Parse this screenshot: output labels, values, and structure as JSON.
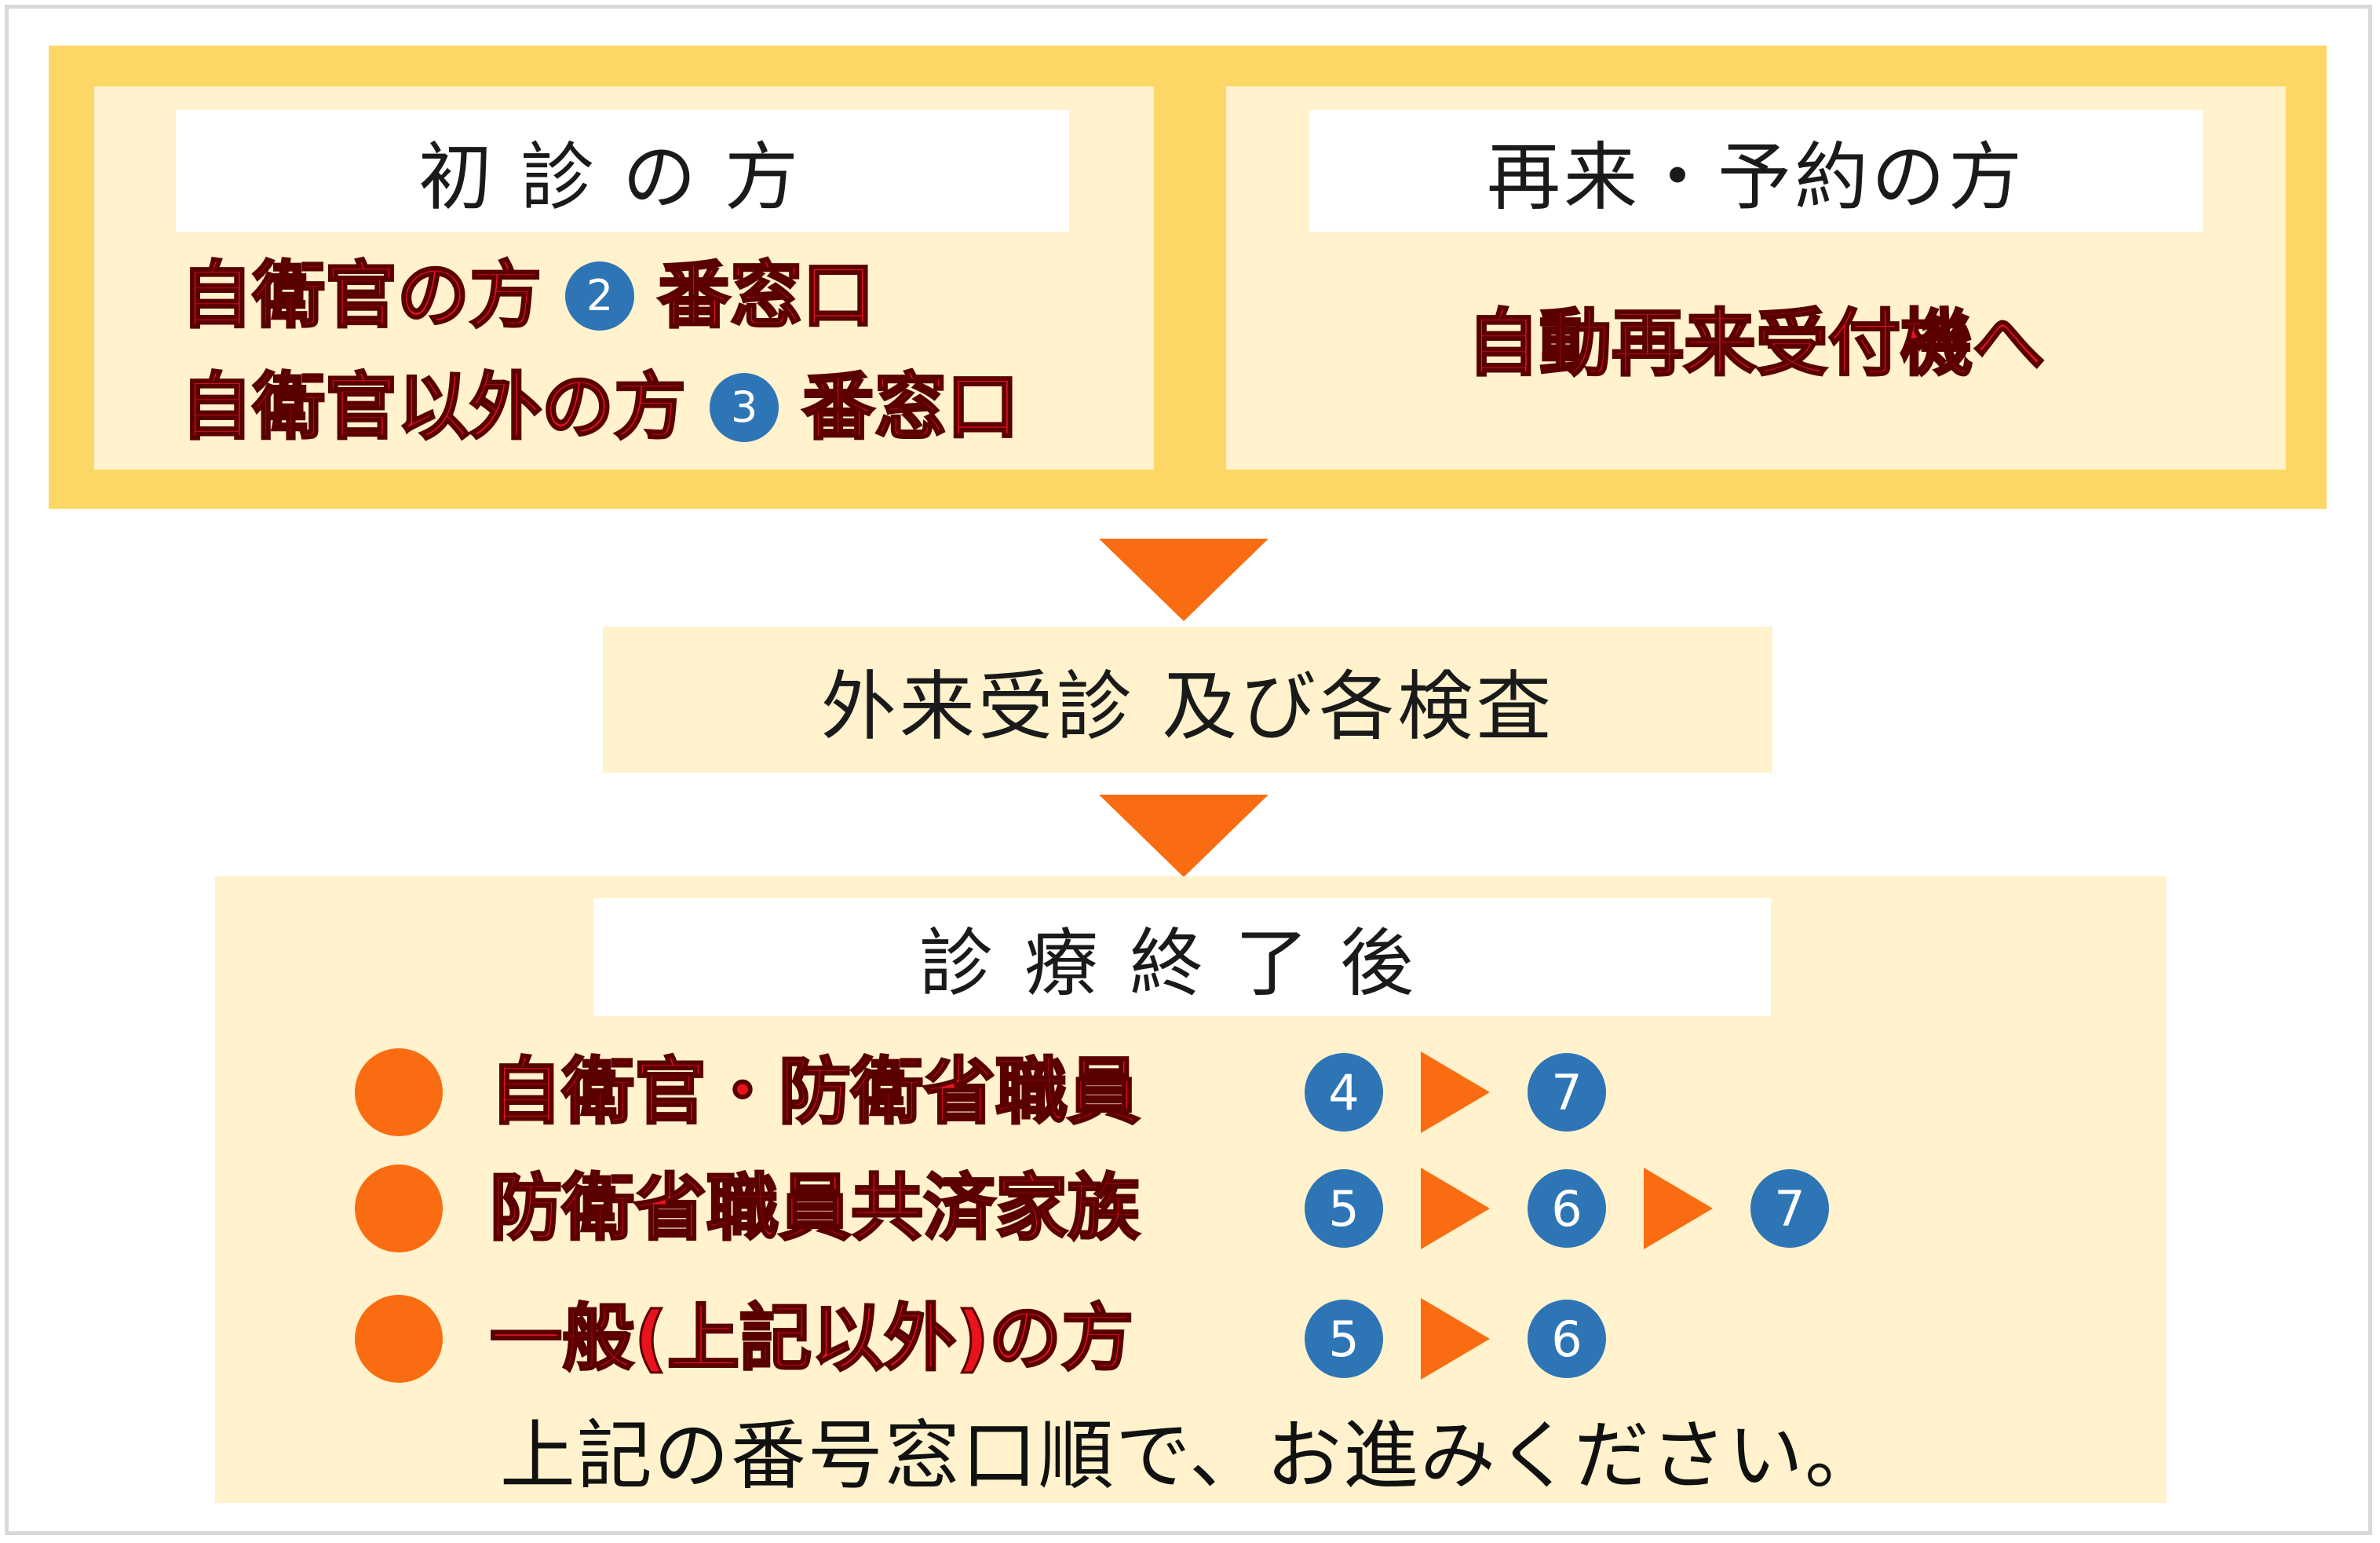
{
  "first_visit": {
    "header": "初診の方",
    "line1": {
      "label": "自衛官の方",
      "number": "2",
      "suffix": "番窓口"
    },
    "line2": {
      "label": "自衛官以外の方",
      "number": "3",
      "suffix": "番窓口"
    }
  },
  "return_visit": {
    "header": "再来・予約の方",
    "instruction": "自動再来受付機へ"
  },
  "middle_step": "外来受診 及び各検査",
  "after_treatment": {
    "header": "診療終了後",
    "rows": [
      {
        "label": "自衛官・防衛省職員",
        "steps": [
          "4",
          "7"
        ]
      },
      {
        "label": "防衛省職員共済家族",
        "steps": [
          "5",
          "6",
          "7"
        ]
      },
      {
        "label": "一般(上記以外)の方",
        "steps": [
          "5",
          "6"
        ]
      }
    ],
    "note": "上記の番号窓口順で、お進みください。"
  },
  "colors": {
    "band": "#fdd766",
    "panel": "#fff2cc",
    "text_red": "#e8131d",
    "circle_blue": "#2e75b6",
    "arrow_orange": "#fa6c11"
  }
}
